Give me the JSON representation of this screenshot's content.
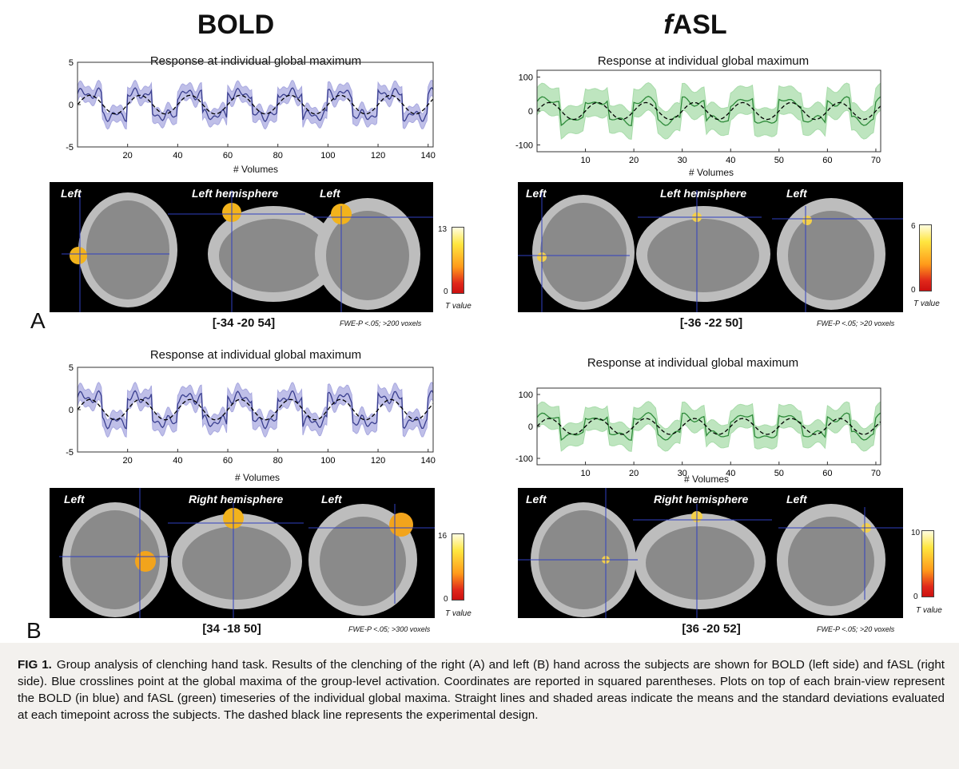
{
  "header": {
    "bold": "BOLD",
    "fasl_italic": "f",
    "fasl_rest": "ASL"
  },
  "plots": {
    "title": "Response at individual global maximum",
    "xlabel": "# Volumes",
    "bold_yticks": [
      "5",
      "0",
      "-5"
    ],
    "bold_xticks": [
      "20",
      "40",
      "60",
      "80",
      "100",
      "120",
      "140"
    ],
    "fasl_yticks": [
      "100",
      "0",
      "-100"
    ],
    "fasl_xticks": [
      "10",
      "20",
      "30",
      "40",
      "50",
      "60",
      "70"
    ]
  },
  "brain": {
    "left": "Left",
    "left_hemisphere": "Left hemisphere",
    "right_hemisphere": "Right hemisphere",
    "t_value": "T value"
  },
  "panelA": {
    "letter": "A",
    "bold_coord": "[-34 -20 54]",
    "fasl_coord": "[-36 -22 50]",
    "bold_fwe": "FWE-P <.05; >200 voxels",
    "fasl_fwe": "FWE-P <.05; >20 voxels",
    "bold_cmax": "13",
    "fasl_cmax": "6",
    "cmin": "0"
  },
  "panelB": {
    "letter": "B",
    "bold_coord": "[34 -18 50]",
    "fasl_coord": "[36 -20 52]",
    "bold_fwe": "FWE-P <.05; >300 voxels",
    "fasl_fwe": "FWE-P <.05; >20 voxels",
    "bold_cmax": "16",
    "fasl_cmax": "10",
    "cmin": "0"
  },
  "caption": {
    "label": "FIG 1.",
    "text": "Group analysis of clenching hand task. Results of the clenching of the right (A) and left (B) hand across the subjects are shown for BOLD (left side) and fASL (right side). Blue crosslines point at the global maxima of the group-level activation. Coordinates are reported in squared parentheses. Plots on top of each brain-view represent the BOLD (in blue) and fASL (green) timeseries of the individual global maxima. Straight lines and shaded areas indicate the means and the standard deviations evaluated at each timepoint across the subjects. The dashed black line represents the experimental design."
  },
  "chart_data": [
    {
      "type": "line",
      "title": "Response at individual global maximum",
      "xlabel": "# Volumes",
      "xlim": [
        0,
        142
      ],
      "ylim": [
        -5,
        5
      ],
      "period": 20,
      "series": [
        {
          "name": "",
          "color": "#3a3f8f",
          "band_color": "#a9a9e0"
        }
      ],
      "design_color": "#000000"
    },
    {
      "type": "line",
      "title": "Response at individual global maximum",
      "xlabel": "# Volumes",
      "xlim": [
        0,
        71
      ],
      "ylim": [
        -120,
        120
      ],
      "period": 10,
      "series": [
        {
          "name": "",
          "color": "#2e8b3a",
          "band_color": "#a8dcaa"
        }
      ],
      "design_color": "#000000"
    },
    {
      "type": "line",
      "title": "Response at individual global maximum",
      "xlabel": "# Volumes",
      "xlim": [
        0,
        142
      ],
      "ylim": [
        -5,
        5
      ],
      "period": 20,
      "series": [
        {
          "name": "",
          "color": "#3a3f8f",
          "band_color": "#a9a9e0"
        }
      ],
      "design_color": "#000000"
    },
    {
      "type": "line",
      "title": "Response at individual global maximum",
      "xlabel": "# Volumes",
      "xlim": [
        0,
        71
      ],
      "ylim": [
        -120,
        120
      ],
      "period": 10,
      "series": [
        {
          "name": "",
          "color": "#2e8b3a",
          "band_color": "#a8dcaa"
        }
      ],
      "design_color": "#000000"
    }
  ]
}
